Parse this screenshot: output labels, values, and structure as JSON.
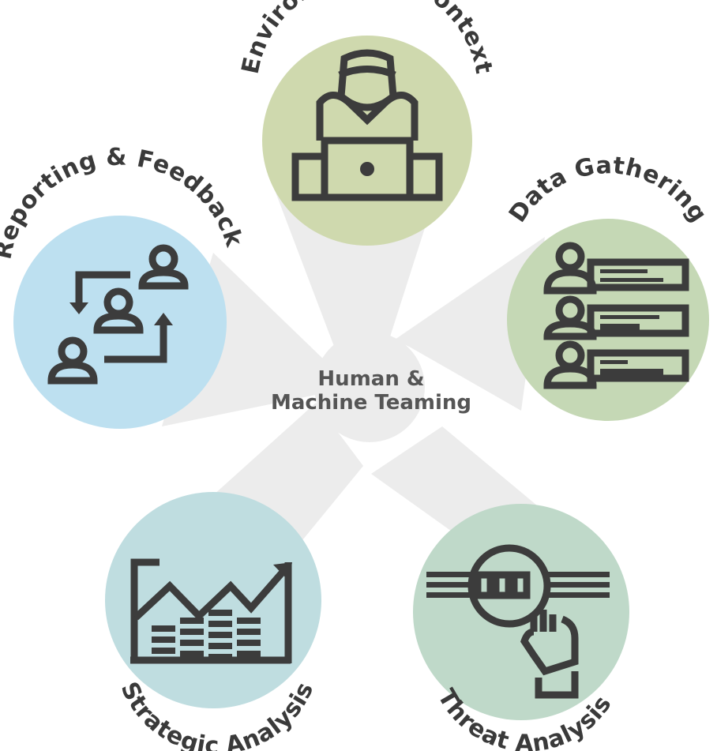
{
  "center": {
    "line1": "Human &",
    "line2": "Machine Teaming"
  },
  "nodes": [
    {
      "id": "environmental-context",
      "label": "Environmental Context",
      "icon": "person-laptop-icon",
      "color": "#cfd9ae"
    },
    {
      "id": "data-gathering",
      "label": "Data Gathering",
      "icon": "people-records-icon",
      "color": "#c5d8b5"
    },
    {
      "id": "threat-analysis",
      "label": "Threat Analysis",
      "icon": "magnifier-hand-icon",
      "color": "#bfd9c9"
    },
    {
      "id": "strategic-analysis",
      "label": "Strategic Analysis",
      "icon": "trend-chart-icon",
      "color": "#bfdde0"
    },
    {
      "id": "reporting-feedback",
      "label": "Reporting & Feedback",
      "icon": "people-exchange-icon",
      "color": "#bde0f0"
    }
  ],
  "colors": {
    "petal": "#ececec",
    "icon": "#3c3c3c",
    "label": "#3a3a3a",
    "center_text": "#555555"
  }
}
